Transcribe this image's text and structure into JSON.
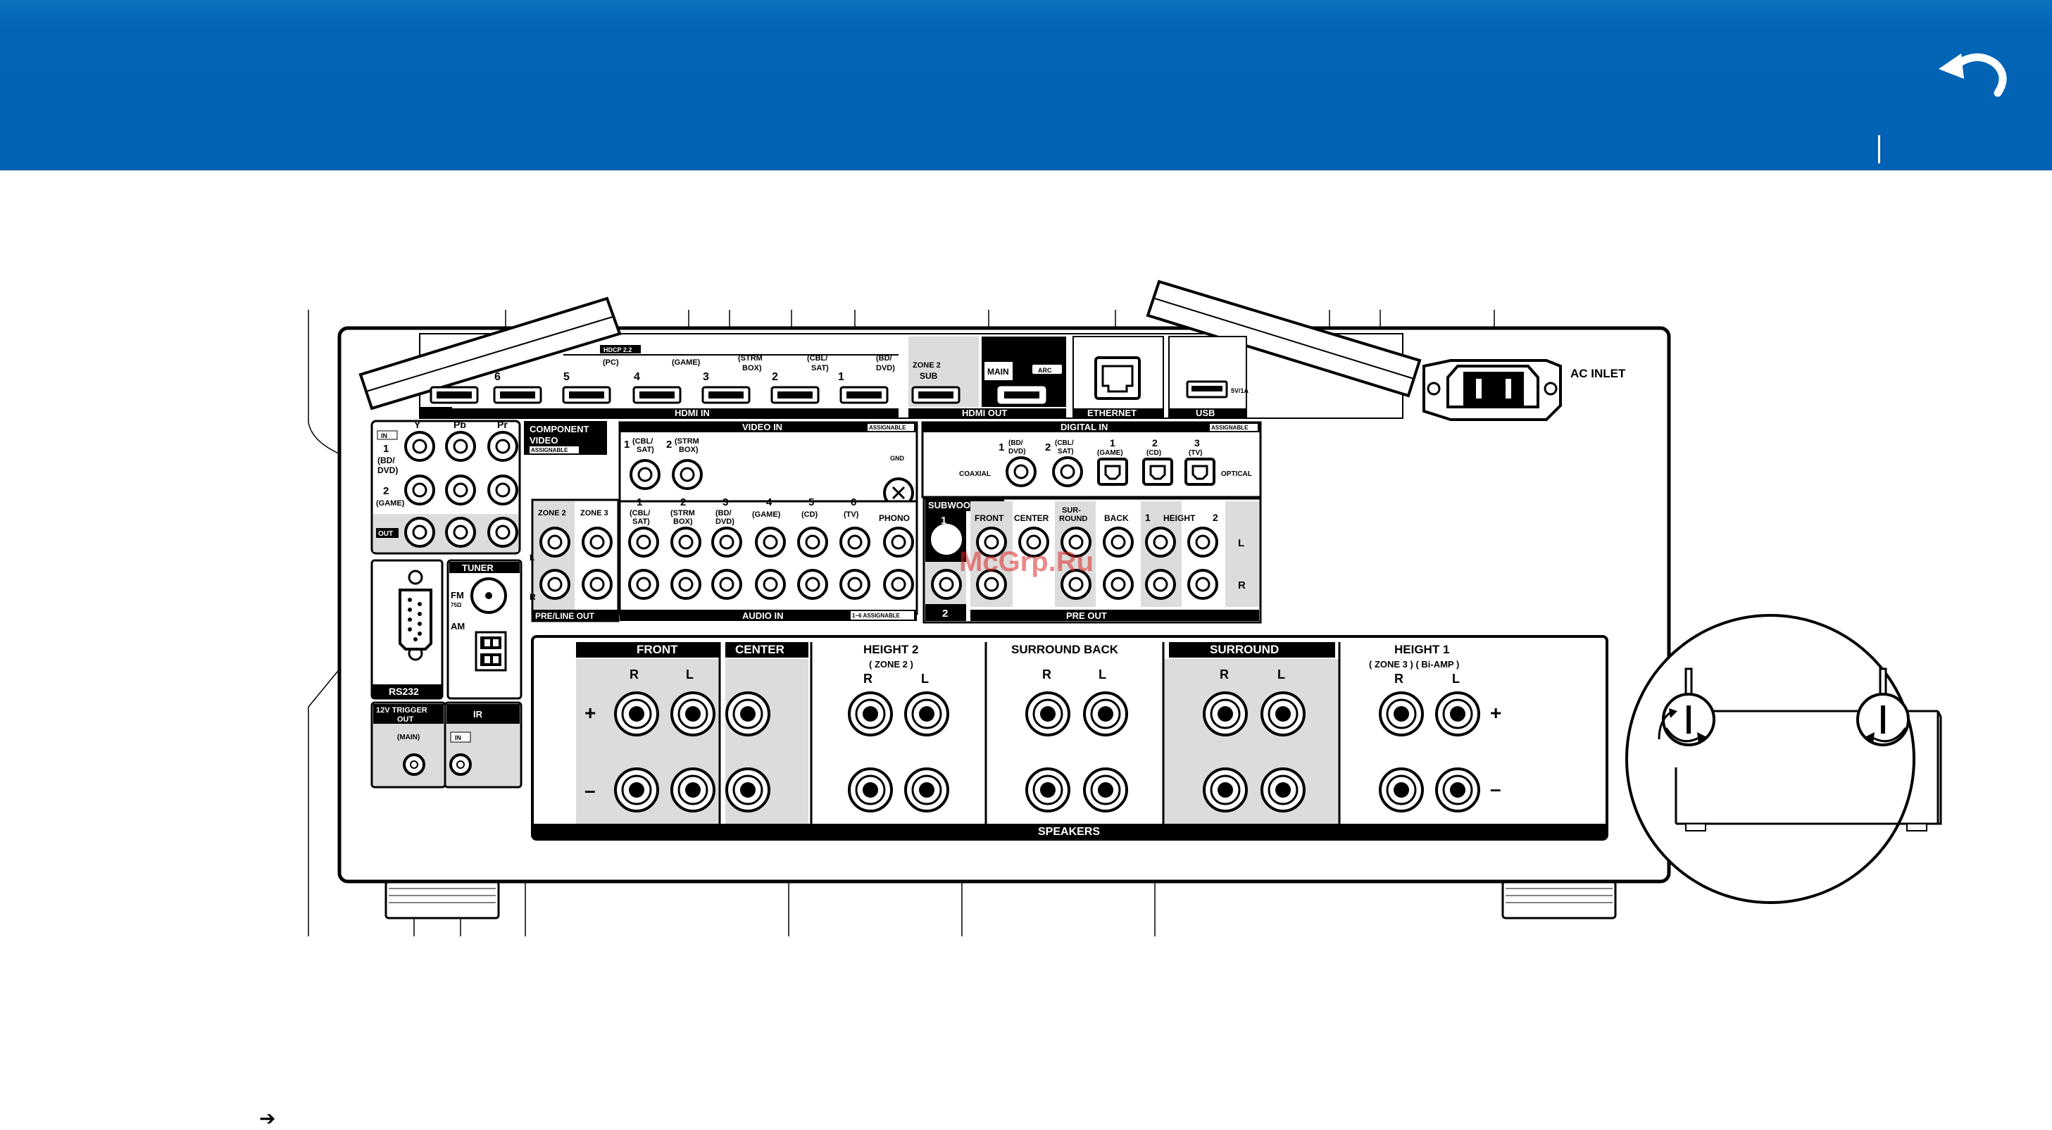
{
  "header": {
    "back_icon": "return-arrow-icon"
  },
  "watermark": "McGrp.Ru",
  "footer_icon": "right-arrow-icon",
  "labels": {
    "assignable": "ASSIGNABLE",
    "hdcp": "HDCP 2.2",
    "hdmi_in_title": "HDMI IN",
    "hdmi_in_6": "6",
    "hdmi_in_5": "5",
    "hdmi_in_5_sub": "(PC)",
    "hdmi_in_4": "4",
    "hdmi_in_4_sub": "(GAME)",
    "hdmi_in_3": "3",
    "hdmi_in_3_sub1": "(STRM",
    "hdmi_in_3_sub2": "BOX)",
    "hdmi_in_2": "2",
    "hdmi_in_2_sub1": "(CBL/",
    "hdmi_in_2_sub2": "SAT)",
    "hdmi_in_1": "1",
    "hdmi_in_1_sub1": "(BD/",
    "hdmi_in_1_sub2": "DVD)",
    "zone2": "ZONE 2",
    "sub": "SUB",
    "main": "MAIN",
    "arc": "ARC",
    "hdmi_out_title": "HDMI OUT",
    "ethernet": "ETHERNET",
    "usb": "USB",
    "usb_power": "5V/1A",
    "ac_inlet": "AC INLET",
    "component_video_1": "COMPONENT",
    "component_video_2": "VIDEO",
    "y": "Y",
    "pb": "Pb",
    "pr": "Pr",
    "in_tag": "IN",
    "comp_1": "1",
    "comp_1_sub1": "(BD/",
    "comp_1_sub2": "DVD)",
    "comp_2": "2",
    "comp_2_sub": "(GAME)",
    "out_tag": "OUT",
    "video_in_title": "VIDEO IN",
    "vin_1": "1",
    "vin_1_sub1": "(CBL/",
    "vin_1_sub2": "SAT)",
    "vin_2": "2",
    "vin_2_sub1": "(STRM",
    "vin_2_sub2": "BOX)",
    "gnd": "GND",
    "digital_in_title": "DIGITAL  IN",
    "coaxial": "COAXIAL",
    "optical": "OPTICAL",
    "dig_c1": "1",
    "dig_c1_sub1": "(BD/",
    "dig_c1_sub2": "DVD)",
    "dig_c2": "2",
    "dig_c2_sub1": "(CBL/",
    "dig_c2_sub2": "SAT)",
    "dig_o1": "1",
    "dig_o1_sub": "(GAME)",
    "dig_o2": "2",
    "dig_o2_sub": "(CD)",
    "dig_o3": "3",
    "dig_o3_sub": "(TV)",
    "zone2_pre": "ZONE 2",
    "zone3_pre": "ZONE 3",
    "pre_line_out": "PRE/LINE OUT",
    "l": "L",
    "r": "R",
    "ain_1": "1",
    "ain_1_sub1": "(CBL/",
    "ain_1_sub2": "SAT)",
    "ain_2": "2",
    "ain_2_sub1": "(STRM",
    "ain_2_sub2": "BOX)",
    "ain_3": "3",
    "ain_3_sub1": "(BD/",
    "ain_3_sub2": "DVD)",
    "ain_4": "4",
    "ain_4_sub": "(GAME)",
    "ain_5": "5",
    "ain_5_sub": "(CD)",
    "ain_6": "6",
    "ain_6_sub": "(TV)",
    "phono": "PHONO",
    "audio_in_title": "AUDIO  IN",
    "audio_in_assign": "1~6  ASSIGNABLE",
    "subwoofer": "SUBWOOFER",
    "sw1": "1",
    "sw2": "2",
    "pre_front": "FRONT",
    "pre_center": "CENTER",
    "pre_sur1": "SUR-",
    "pre_sur2": "ROUND",
    "pre_back": "BACK",
    "pre_height": "HEIGHT",
    "pre_h1": "1",
    "pre_h2": "2",
    "pre_out_title": "PRE OUT",
    "rs232": "RS232",
    "tuner": "TUNER",
    "fm": "FM",
    "ohm": "75Ω",
    "am": "AM",
    "trigger1": "12V TRIGGER",
    "trigger2": "OUT",
    "trigger_main": "(MAIN)",
    "ir": "IR",
    "ir_in": "IN",
    "sp_front": "FRONT",
    "sp_center": "CENTER",
    "sp_height2": "HEIGHT 2",
    "sp_height2_sub": "( ZONE 2 )",
    "sp_surround_back": "SURROUND BACK",
    "sp_surround": "SURROUND",
    "sp_height1": "HEIGHT 1",
    "sp_height1_sub": "( ZONE 3 ) ( Bi-AMP )",
    "plus": "+",
    "minus": "–",
    "speakers": "SPEAKERS"
  }
}
